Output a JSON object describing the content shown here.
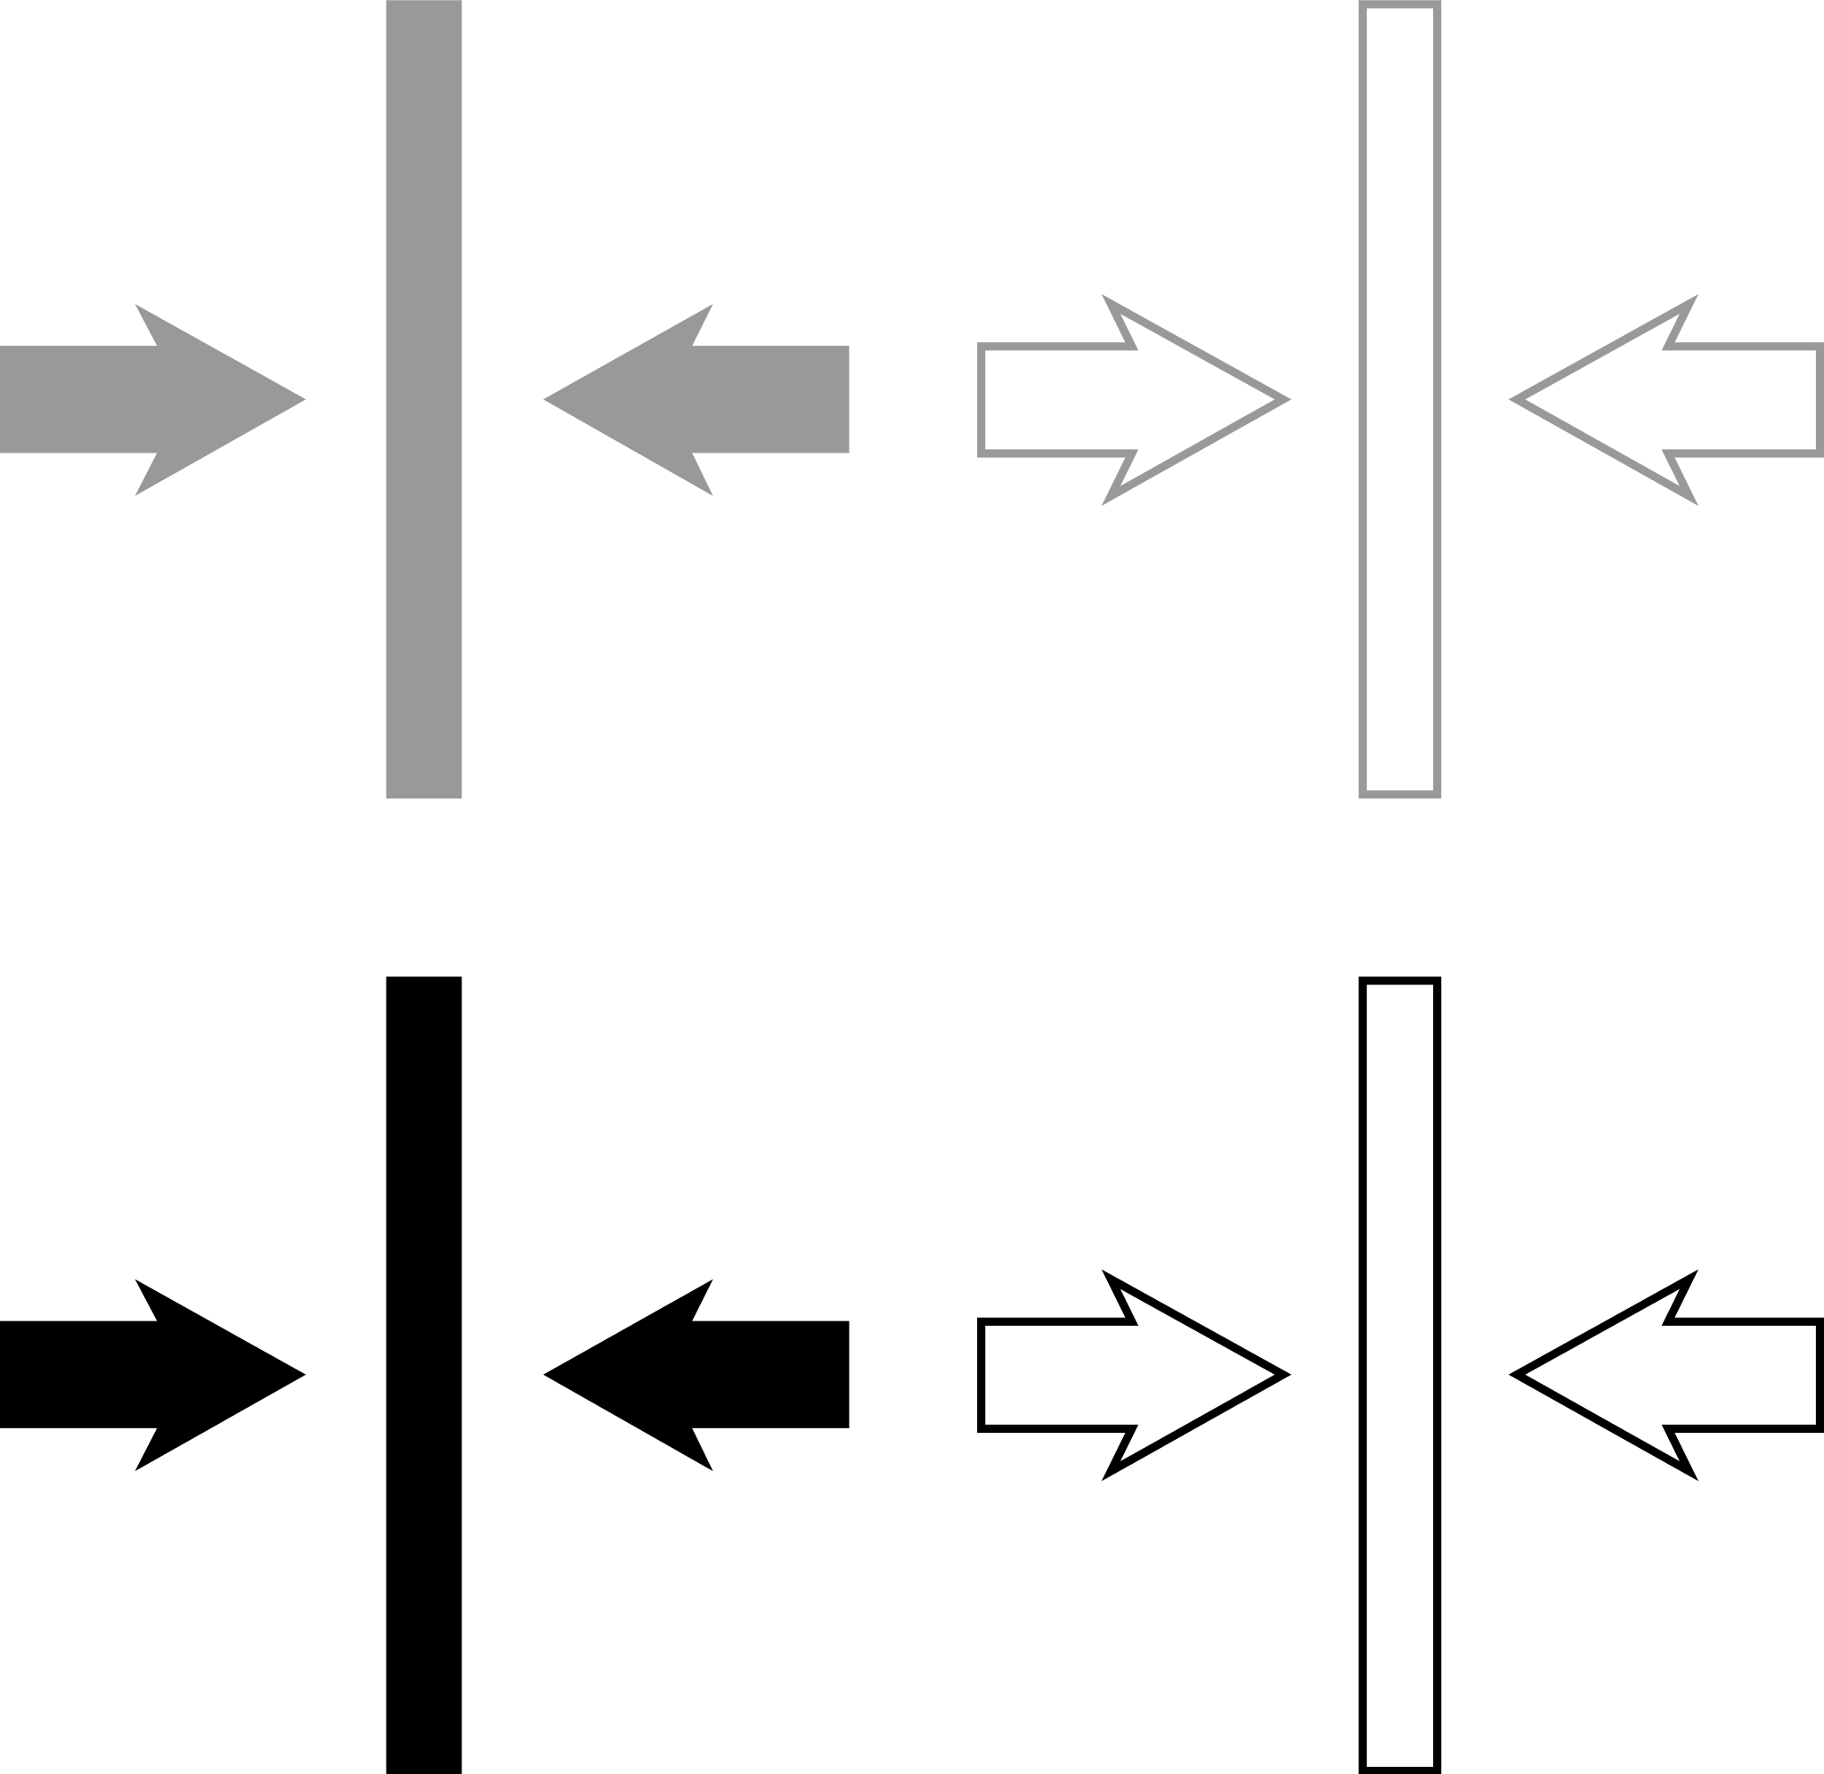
{
  "colors": {
    "gray": "#999999",
    "black": "#000000",
    "background": "#ffffff"
  },
  "icons": [
    {
      "name": "align-center-filled-gray-icon",
      "style": "filled",
      "color": "gray"
    },
    {
      "name": "align-center-outline-gray-icon",
      "style": "outline",
      "color": "gray"
    },
    {
      "name": "align-center-filled-black-icon",
      "style": "filled",
      "color": "black"
    },
    {
      "name": "align-center-outline-black-icon",
      "style": "outline",
      "color": "black"
    }
  ]
}
